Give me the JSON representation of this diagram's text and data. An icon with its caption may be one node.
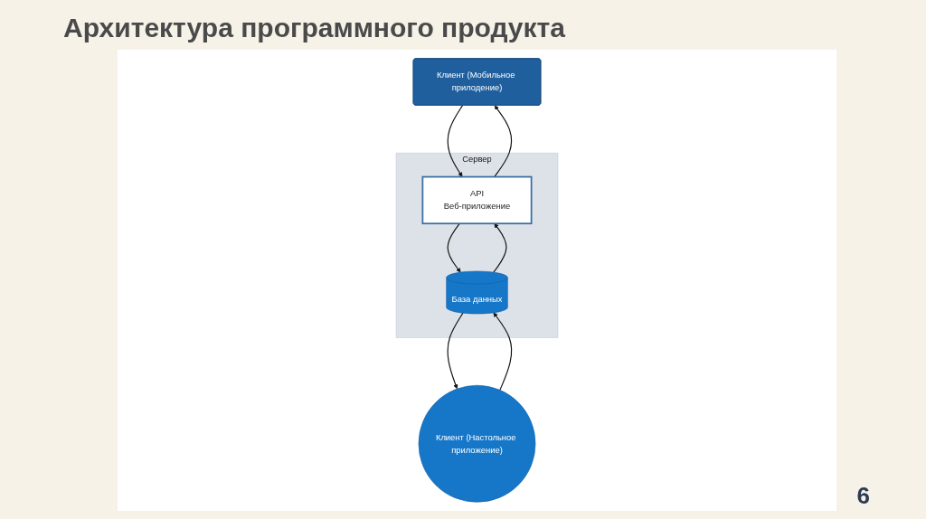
{
  "diagram": {
    "title": "Архитектура программного продукта",
    "nodes": [
      {
        "text": [
          "Клиент (Мобильное прилодение)"
        ]
      },
      {
        "text": [
          "Клиент (Настольное приложение)"
        ]
      },
      {
        "text": [
          "Сервер"
        ]
      },
      {
        "text": [
          "API",
          "Веб-приложение"
        ],
        "in": 2
      },
      {
        "text": [
          "База данных"
        ],
        "in": 2
      }
    ],
    "edges": [
      {
        "from": 3,
        "to": 0,
        "arrow": "to"
      },
      {
        "from": 0,
        "to": 3,
        "arrow": "to"
      },
      {
        "from": 1,
        "to": 4,
        "arrow": "to"
      },
      {
        "from": 4,
        "to": 1,
        "arrow": "to"
      },
      {
        "from": 3,
        "to": 4,
        "arrow": "to"
      },
      {
        "from": 4,
        "to": 3,
        "arrow": "to"
      }
    ],
    "labels": [
      "6"
    ]
  }
}
